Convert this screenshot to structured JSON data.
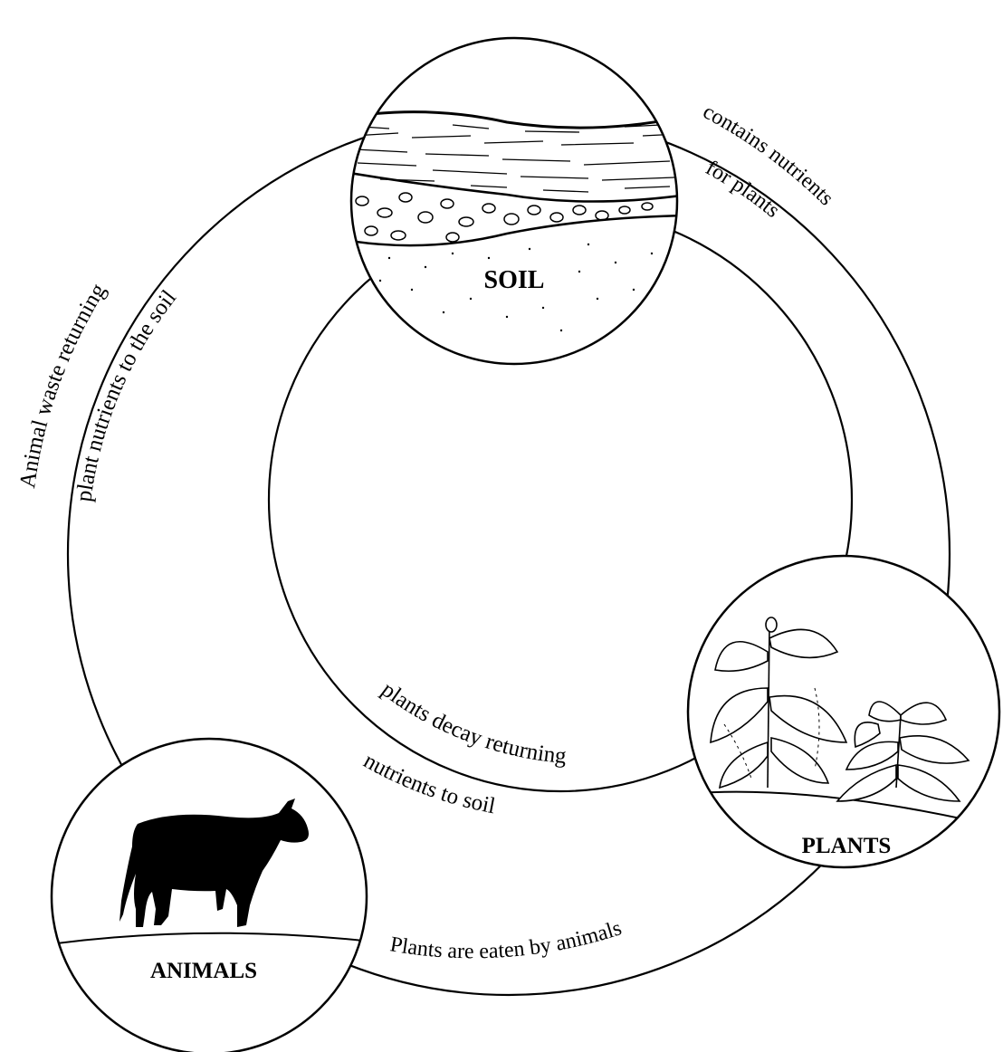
{
  "nodes": {
    "soil": "SOIL",
    "plants": "PLANTS",
    "animals": "ANIMALS"
  },
  "edges": {
    "soil_to_plants_1": "contains nutrients",
    "soil_to_plants_2": "for plants",
    "plants_to_soil_1": "plants decay returning",
    "plants_to_soil_2": "nutrients to soil",
    "plants_to_animals": "Plants are eaten by animals",
    "animals_to_soil_1": "Animal waste returning",
    "animals_to_soil_2": "plant nutrients to the soil"
  }
}
